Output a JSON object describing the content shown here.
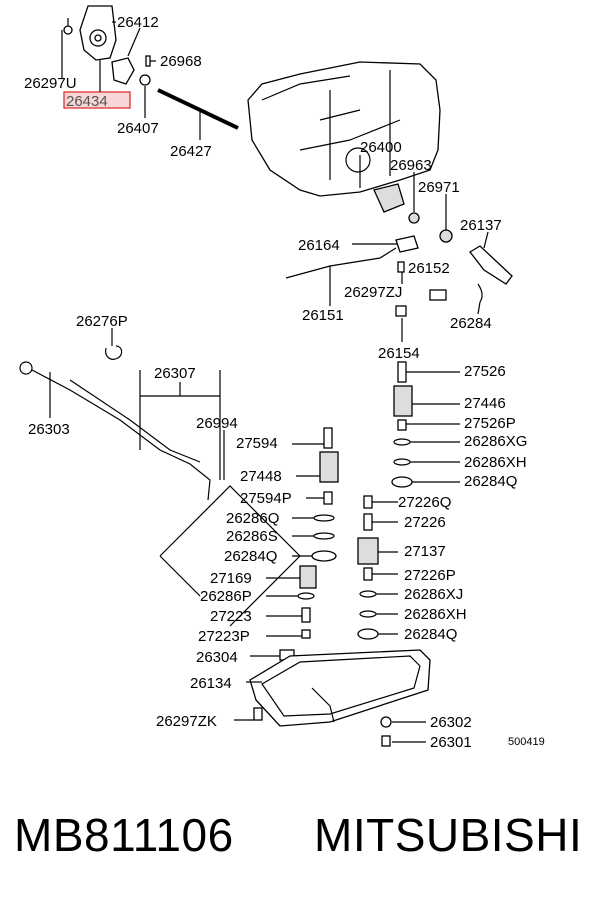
{
  "diagram": {
    "drawing_code": "500419",
    "highlighted_part": "26434",
    "labels": {
      "p26412": "26412",
      "p26968": "26968",
      "p26297U": "26297U",
      "p26434": "26434",
      "p26407": "26407",
      "p26427": "26427",
      "p26400": "26400",
      "p26963": "26963",
      "p26971": "26971",
      "p26137": "26137",
      "p26164": "26164",
      "p26152": "26152",
      "p26297ZJ": "26297ZJ",
      "p26151": "26151",
      "p26284a": "26284",
      "p26276P": "26276P",
      "p26154": "26154",
      "p26307": "26307",
      "p27526": "27526",
      "p27446": "27446",
      "p26303": "26303",
      "p26994": "26994",
      "p27526P": "27526P",
      "p27594": "27594",
      "p26286XG": "26286XG",
      "p26286XH": "26286XH",
      "p27448": "27448",
      "p26284Q_r": "26284Q",
      "p27594P": "27594P",
      "p27226Q": "27226Q",
      "p26286Q": "26286Q",
      "p27226": "27226",
      "p26286S": "26286S",
      "p27137": "27137",
      "p26284Q_l": "26284Q",
      "p27169": "27169",
      "p27226P": "27226P",
      "p26286P": "26286P",
      "p26286XJ": "26286XJ",
      "p27223": "27223",
      "p26286XH2": "26286XH",
      "p27223P": "27223P",
      "p26284Q_b": "26284Q",
      "p26304": "26304",
      "p26134": "26134",
      "p26297ZK": "26297ZK",
      "p26302": "26302",
      "p26301": "26301"
    }
  },
  "footer": {
    "part_number": "MB811106",
    "brand": "MITSUBISHI"
  }
}
